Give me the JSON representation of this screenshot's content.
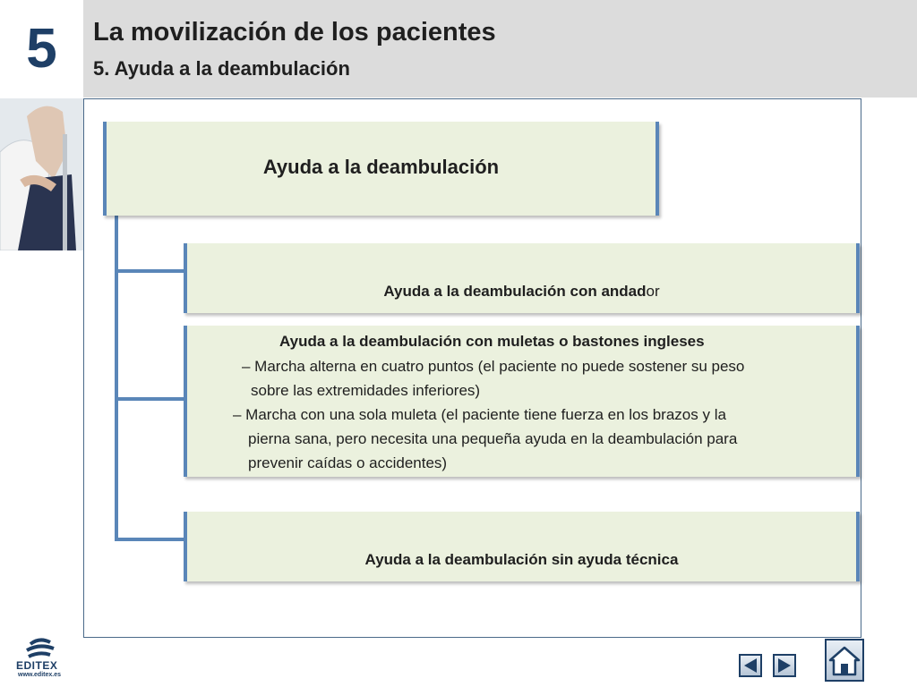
{
  "slide": {
    "chapter_number": "5",
    "title": "La movilización de los pacientes",
    "subtitle": "5. Ayuda a la deambulación"
  },
  "diagram": {
    "root": "Ayuda a la deambulación",
    "branch1_bold": "Ayuda a la deambulación con andad",
    "branch1_tail": "or",
    "branch2": {
      "heading": "Ayuda a la deambulación con muletas o bastones ingleses",
      "lines": [
        "– Marcha alterna en cuatro puntos (el paciente no puede sostener su peso",
        "sobre las extremidades inferiores)",
        "– Marcha con una sola muleta (el paciente tiene fuerza en los brazos y la",
        "pierna sana, pero necesita una pequeña ayuda en la deambulación para",
        "prevenir caídas o accidentes)"
      ]
    },
    "branch3": "Ayuda a la deambulación sin ayuda técnica"
  },
  "footer": {
    "logo_text": "EDITEX",
    "logo_url": "www.editex.es"
  },
  "icons": {
    "prev": "previous-icon",
    "next": "next-icon",
    "home": "home-icon"
  },
  "colors": {
    "accent": "#5a86b8",
    "box_fill": "#ebf1de",
    "header_bg": "#dcdcdc",
    "brand": "#1e3f66"
  }
}
